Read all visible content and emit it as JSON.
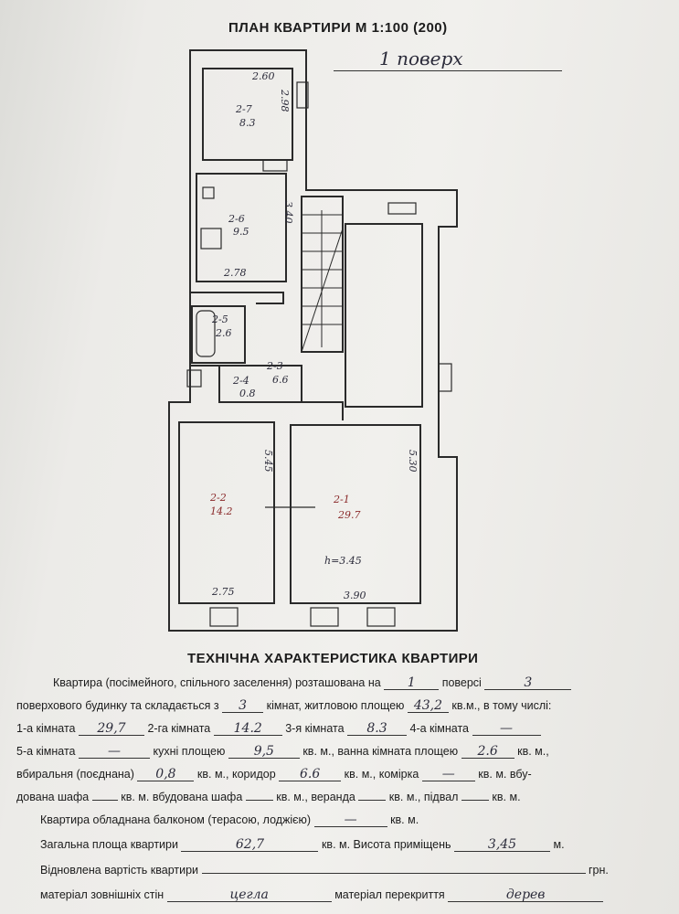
{
  "header": {
    "title": "ПЛАН КВАРТИРИ М 1:100 (200)",
    "floor_note": "1 поверх"
  },
  "plan": {
    "rooms": [
      {
        "code": "2-7",
        "area": "8.3",
        "w": "2.60",
        "h": "2.98"
      },
      {
        "code": "2-6",
        "area": "9.5",
        "w": "2.78",
        "h": "3.40"
      },
      {
        "code": "2-5",
        "area": "2.6"
      },
      {
        "code": "2-4",
        "area": "0.8"
      },
      {
        "code": "2-3",
        "area": "6.6"
      },
      {
        "code": "2-2",
        "area": "14.2",
        "w": "2.75",
        "h": "5.45"
      },
      {
        "code": "2-1",
        "area": "29.7",
        "w": "3.90",
        "h": "5.30",
        "height": "h=3.45"
      }
    ]
  },
  "spec": {
    "title": "ТЕХНІЧНА ХАРАКТЕРИСТИКА КВАРТИРИ",
    "l1": {
      "a": "Квартира (посімейного, спільного заселення) розташована на",
      "v1": "1",
      "b": "поверсі",
      "v2": "3"
    },
    "l2": {
      "a": "поверхового будинку та складається з",
      "v1": "3",
      "b": "кімнат, житловою площею",
      "v2": "43,2",
      "c": "кв.м., в тому числі:"
    },
    "l3": {
      "a": "1-а кімната",
      "v1": "29,7",
      "b": "2-га кімната",
      "v2": "14.2",
      "c": "3-я кімната",
      "v3": "8.3",
      "d": "4-а кімната",
      "v4": "—"
    },
    "l4": {
      "a": "5-а кімната",
      "v1": "—",
      "b": "кухні площею",
      "v2": "9,5",
      "c": "кв. м., ванна кімната площею",
      "v3": "2.6",
      "d": "кв. м.,"
    },
    "l5": {
      "a": "вбиральня (поєднана)",
      "v1": "0,8",
      "b": "кв. м., коридор",
      "v2": "6.6",
      "c": "кв. м., комірка",
      "v3": "—",
      "d": "кв. м. вбу-"
    },
    "l6": {
      "a": "дована шафа",
      "b": "кв. м. вбудована шафа",
      "c": "кв. м., веранда",
      "d": "кв. м., підвал",
      "e": "кв. м."
    },
    "l7": {
      "a": "Квартира обладнана балконом (терасою, лоджією)",
      "v1": "—",
      "b": "кв. м."
    },
    "l8": {
      "a": "Загальна площа квартири",
      "v1": "62,7",
      "b": "кв. м. Висота приміщень",
      "v2": "3,45",
      "c": "м."
    },
    "l9": {
      "a": "Відновлена вартість квартири",
      "b": "грн."
    },
    "l10": {
      "a": "матеріал зовнішніх стін",
      "v1": "цегла",
      "b": "матеріал перекриття",
      "v2": "дерев"
    }
  }
}
